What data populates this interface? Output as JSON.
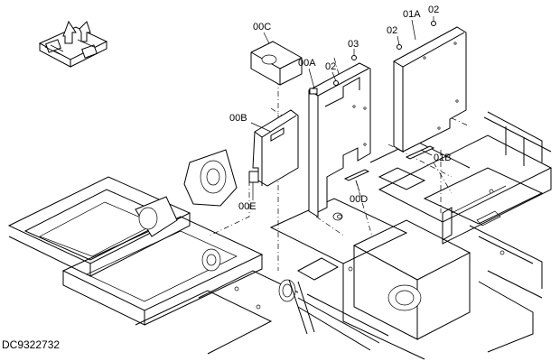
{
  "callouts": {
    "c00C": "00C",
    "c00A": "00A",
    "c02a": "02",
    "c03": "03",
    "c02b": "02",
    "c01A": "01A",
    "c02c": "02",
    "c00B": "00B",
    "c00E": "00E",
    "c00D": "00D",
    "c01B": "01B"
  },
  "document_id": "DC9322732",
  "orientation_icon": {
    "name": "machine-orientation-icon"
  }
}
